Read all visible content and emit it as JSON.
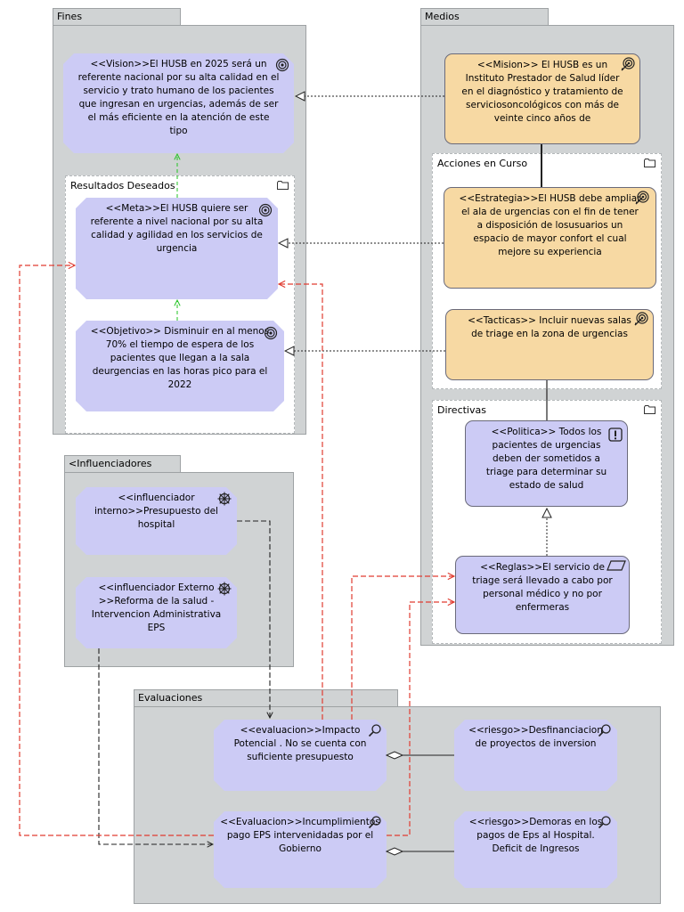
{
  "groups": {
    "fines": "Fines",
    "medios": "Medios",
    "influenciadores": "<Influenciadores",
    "evaluaciones": "Evaluaciones",
    "resultados": "Resultados Deseados",
    "acciones": "Acciones en Curso",
    "directivas": "Directivas"
  },
  "nodes": {
    "vision": "<<Vision>>El HUSB en 2025 será un referente nacional por su alta calidad en el servicio y trato humano de los pacientes que ingresan en urgencias, además de ser el más eficiente en la atención de este tipo",
    "mision": "<<Mision>> El HUSB es un Instituto Prestador de Salud líder en el diagnóstico y tratamiento de serviciosoncológicos con más de veinte cinco años de",
    "meta": "<<Meta>>El HUSB quiere ser referente a nivel nacional por su alta calidad y agilidad en los servicios de urgencia",
    "objetivo": "<<Objetivo>> Disminuir en al menos 70% el tiempo de espera de los pacientes que llegan a la sala deurgencias en las horas pico para el 2022",
    "estrategia": "<<Estrategia>>El HUSB debe ampliar el ala de urgencias con el fin de tener a disposición de losusuarios un espacio de mayor confort el cual mejore su experiencia",
    "tacticas": "<<Tacticas>> Incluir nuevas salas de triage en la zona de urgencias",
    "politica": "<<Politica>> Todos los pacientes de urgencias deben der sometidos a triage para determinar su estado de salud",
    "reglas": "<<Reglas>>El servicio de triage será llevado a cabo por personal médico y no por enfermeras",
    "inf_interno": "<<influenciador interno>>Presupuesto del hospital",
    "inf_externo": "<<influenciador Externo >>Reforma de la salud - Intervencion Administrativa EPS",
    "eval_impacto": "<<evaluacion>>Impacto Potencial . No se cuenta con suficiente presupuesto",
    "eval_incumpl": "<<Evaluacion>>Incumplimientos pago EPS intervenidadas por el Gobierno",
    "riesgo_desf": "<<riesgo>>Desfinanciacion de proyectos de inversion",
    "riesgo_demoras": "<<riesgo>>Demoras en los pagos de Eps al Hospital. Deficit de Ingresos"
  },
  "colors": {
    "motivation": "#cccbf5",
    "means": "#f7d9a3",
    "group": "#d0d3d4",
    "influence": "#e03c31",
    "realization": "#22c322"
  },
  "icons": [
    "goal-icon",
    "target-icon",
    "folder-icon",
    "principle-icon",
    "influencer-icon",
    "assessment-icon",
    "requirement-icon"
  ]
}
